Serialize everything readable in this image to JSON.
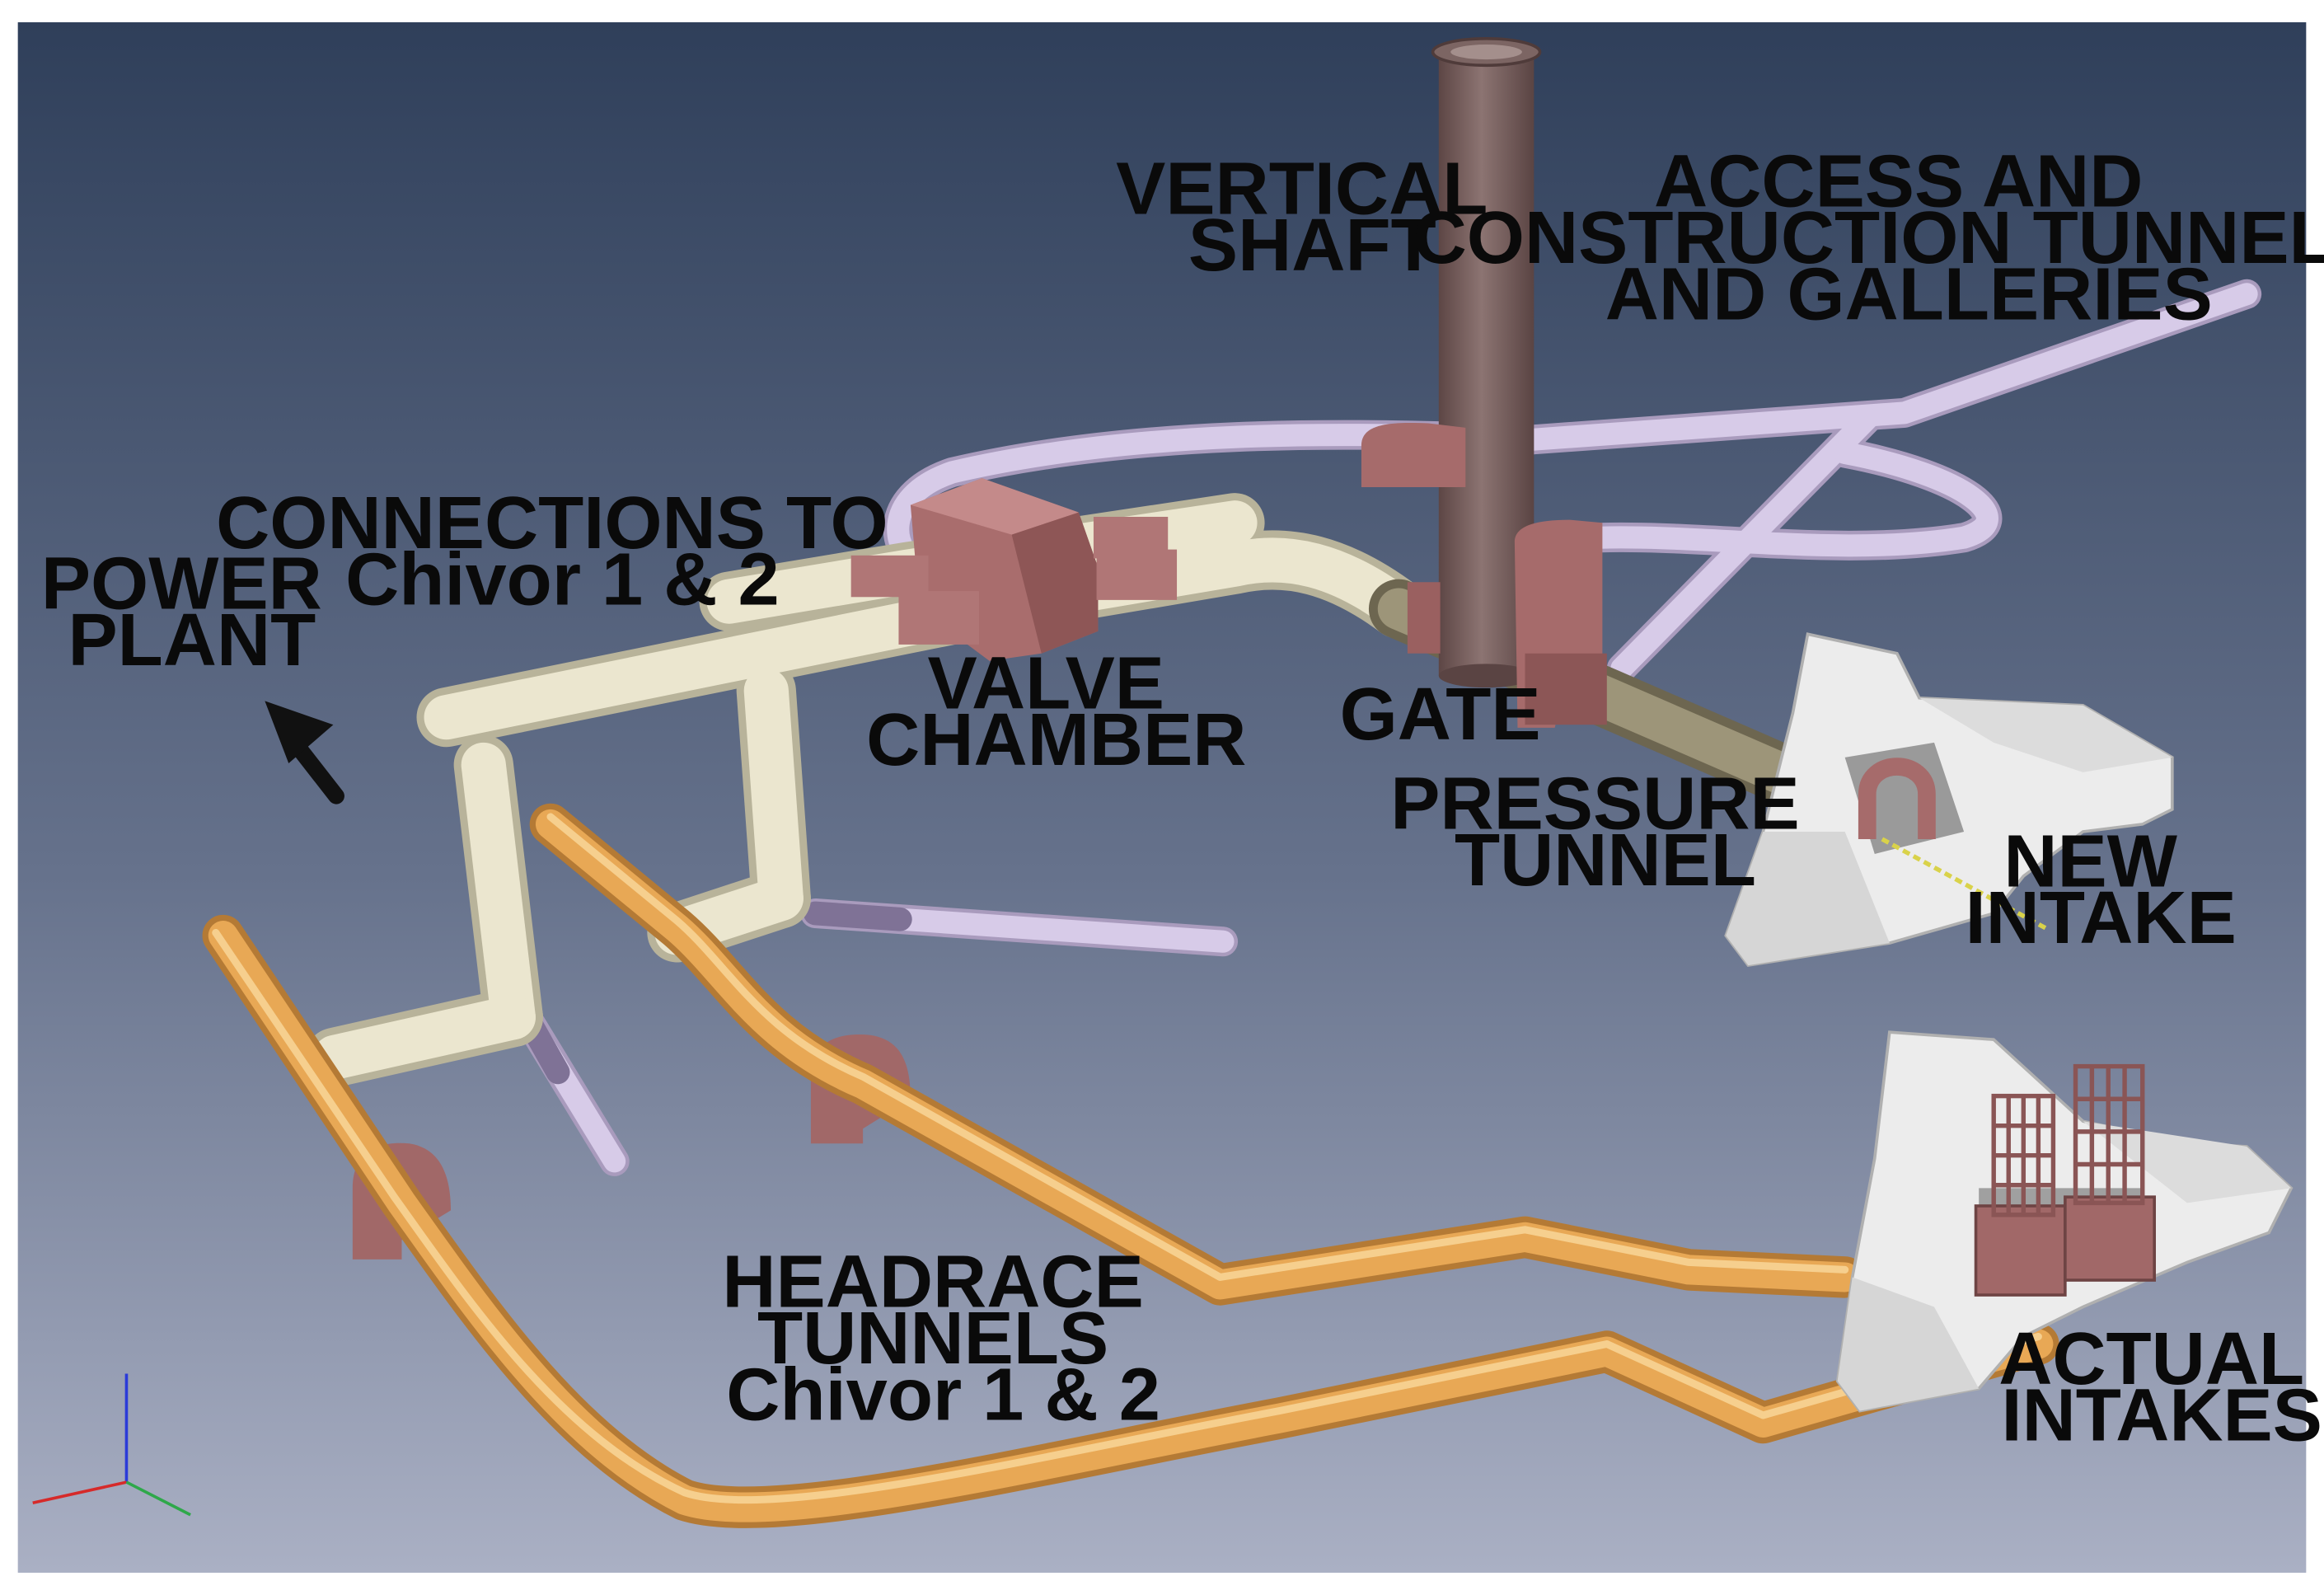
{
  "labels": {
    "vertical_shaft": [
      "VERTICAL",
      "SHAFT"
    ],
    "access_tunnels": [
      "ACCESS AND",
      "CONSTRUCTION TUNNELS",
      "AND GALLERIES"
    ],
    "connections": [
      "CONNECTIONS TO",
      "Chivor 1 & 2"
    ],
    "power_plant": [
      "POWER",
      "PLANT"
    ],
    "valve_chamber": [
      "VALVE",
      "CHAMBER"
    ],
    "gate": [
      "GATE"
    ],
    "pressure_tunnel": [
      "PRESSURE",
      "TUNNEL"
    ],
    "new_intake": [
      "NEW",
      "INTAKE"
    ],
    "headrace": [
      "HEADRACE",
      "TUNNELS",
      "Chivor 1 & 2"
    ],
    "actual_intakes": [
      "ACTUAL",
      "INTAKES"
    ]
  },
  "colors": {
    "background_top": "#2f3f5a",
    "background_bottom": "#aab0c4",
    "headrace": "#e8a855",
    "connection_tunnel": "#e9e4cc",
    "access_tunnel": "#d4c6e6",
    "shaft": "#7e6462",
    "chamber": "#a86a6a",
    "rock": "#ececec"
  }
}
